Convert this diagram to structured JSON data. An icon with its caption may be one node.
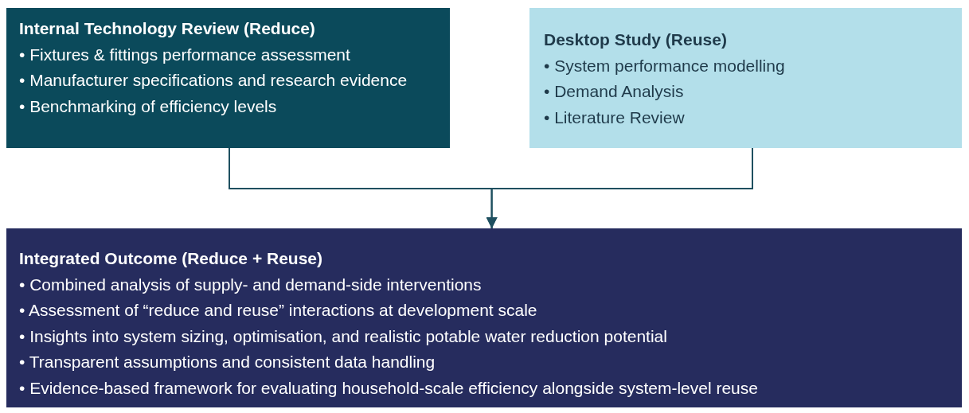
{
  "diagram": {
    "nodes": [
      {
        "text": [
          "Internal Technology Review (Reduce)",
          "• Fixtures & fittings performance assessment",
          "• Manufacturer specifications and research evidence",
          "• Benchmarking of efficiency levels"
        ]
      },
      {
        "text": [
          "Desktop Study (Reuse)",
          "• System performance modelling",
          "• Demand Analysis",
          "• Literature Review"
        ]
      },
      {
        "text": [
          "Integrated Outcome (Reduce + Reuse)",
          "• Combined analysis of supply- and demand-side interventions",
          "• Assessment of “reduce and reuse” interactions at development scale",
          "• Insights into system sizing, optimisation, and realistic potable water reduction potential",
          "• Transparent assumptions and consistent data handling",
          "• Evidence-based framework for evaluating household-scale efficiency alongside system-level reuse"
        ]
      }
    ],
    "edges": [
      {
        "from": 0,
        "to": 2,
        "arrow": "to"
      },
      {
        "from": 1,
        "to": 2,
        "arrow": "to"
      }
    ]
  }
}
